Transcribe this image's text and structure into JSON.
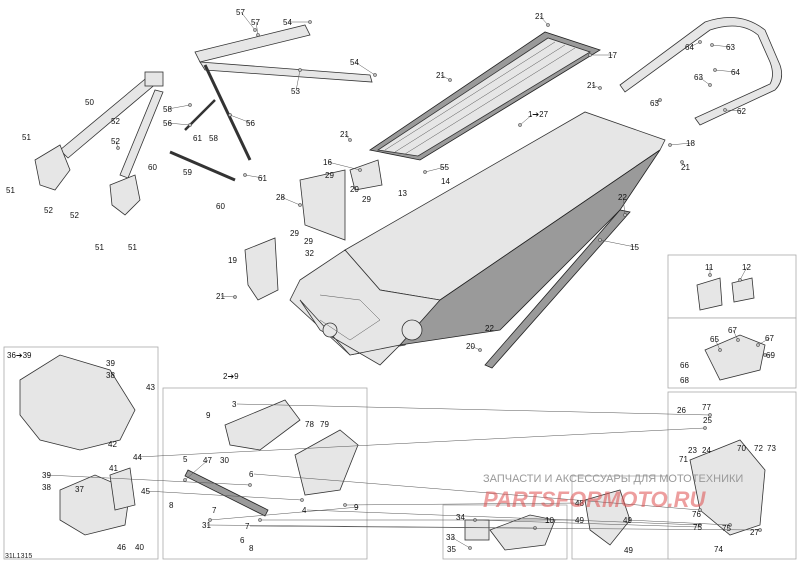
{
  "labels": [
    "57",
    "57",
    "54",
    "21",
    "17",
    "64",
    "63",
    "50",
    "54",
    "53",
    "21",
    "63",
    "64",
    "58",
    "56",
    "56",
    "21",
    "63",
    "62",
    "51",
    "52",
    "61",
    "58",
    "21",
    "1➔27",
    "18",
    "52",
    "60",
    "59",
    "61",
    "16",
    "55",
    "21",
    "29",
    "29",
    "13",
    "14",
    "51",
    "52",
    "28",
    "29",
    "22",
    "52",
    "60",
    "29",
    "29",
    "19",
    "32",
    "15",
    "51",
    "51",
    "21",
    "11",
    "12",
    "36➔39",
    "22",
    "39",
    "38",
    "20",
    "67",
    "67",
    "65",
    "43",
    "66",
    "69",
    "68",
    "2➔9",
    "26",
    "77",
    "3",
    "9",
    "78",
    "79",
    "25",
    "42",
    "44",
    "23",
    "24",
    "70",
    "72",
    "73",
    "5",
    "47",
    "30",
    "71",
    "41",
    "39",
    "38",
    "6",
    "76",
    "8",
    "7",
    "37",
    "45",
    "48",
    "4",
    "9",
    "75",
    "31",
    "34",
    "10",
    "49",
    "49",
    "7",
    "75",
    "27",
    "33",
    "6",
    "8",
    "35",
    "46",
    "40",
    "49",
    "74"
  ],
  "watermark": {
    "line1": "ЗАПЧАСТИ И АКСЕССУАРЫ ДЛЯ МОТОТЕХНИКИ",
    "line2": "PARTSFORMOTO.RU"
  },
  "diagram_code": "31L1315"
}
